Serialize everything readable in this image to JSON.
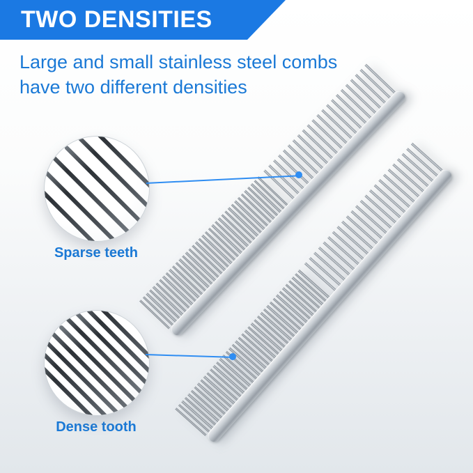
{
  "banner": {
    "title": "TWO DENSITIES",
    "background_color": "#1b79e3",
    "text_color": "#ffffff"
  },
  "subtitle": {
    "text": "Large and small stainless steel combs have two different densities",
    "color": "#1a79d6"
  },
  "callouts": [
    {
      "label": "Sparse teeth",
      "teeth_count": 6
    },
    {
      "label": "Dense tooth",
      "teeth_count": 9
    }
  ],
  "combs": [
    {
      "name": "small comb (top)",
      "sections": [
        "dense",
        "sparse"
      ]
    },
    {
      "name": "large comb (bottom)",
      "sections": [
        "dense",
        "sparse"
      ]
    }
  ],
  "colors": {
    "accent_blue": "#2f8df2",
    "metal_highlight": "#eff1f3",
    "metal_shadow": "#979ea6"
  }
}
